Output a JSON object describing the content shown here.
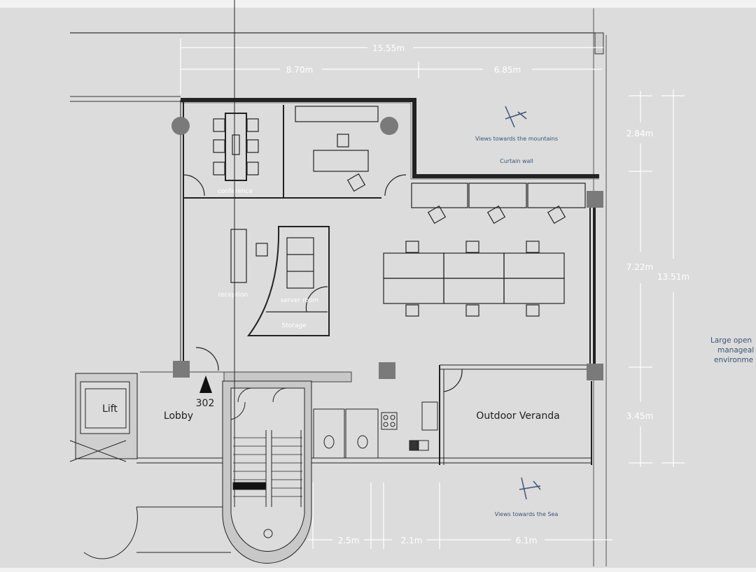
{
  "dimensions": {
    "total_width": "15.55m",
    "left_width": "8.70m",
    "right_width": "6.85m",
    "depth_top": "2.84m",
    "depth_middle": "7.22m",
    "depth_total": "13.51m",
    "depth_bottom": "3.45m",
    "bottom_a": "2.5m",
    "bottom_b": "2.1m",
    "bottom_c": "6.1m"
  },
  "rooms": {
    "conference": "conference",
    "reception": "reception",
    "server_room": "server room",
    "storage": "Storage",
    "lift": "Lift",
    "lobby": "Lobby",
    "unit_number": "302",
    "veranda": "Outdoor Veranda"
  },
  "notes": {
    "mountains": "Views towards the mountains",
    "curtain_wall": "Curtain wall",
    "sea": "Views towards the Sea",
    "side_text": [
      "Large open",
      "manageal",
      "environme"
    ]
  },
  "icons": [
    "view-direction-icon",
    "entrance-arrow-icon"
  ],
  "colors": {
    "background": "#dcdcdc",
    "dimension_text": "#ffffff",
    "note_text": "#3b5575",
    "wall": "#222222",
    "column": "#7a7a7a"
  }
}
